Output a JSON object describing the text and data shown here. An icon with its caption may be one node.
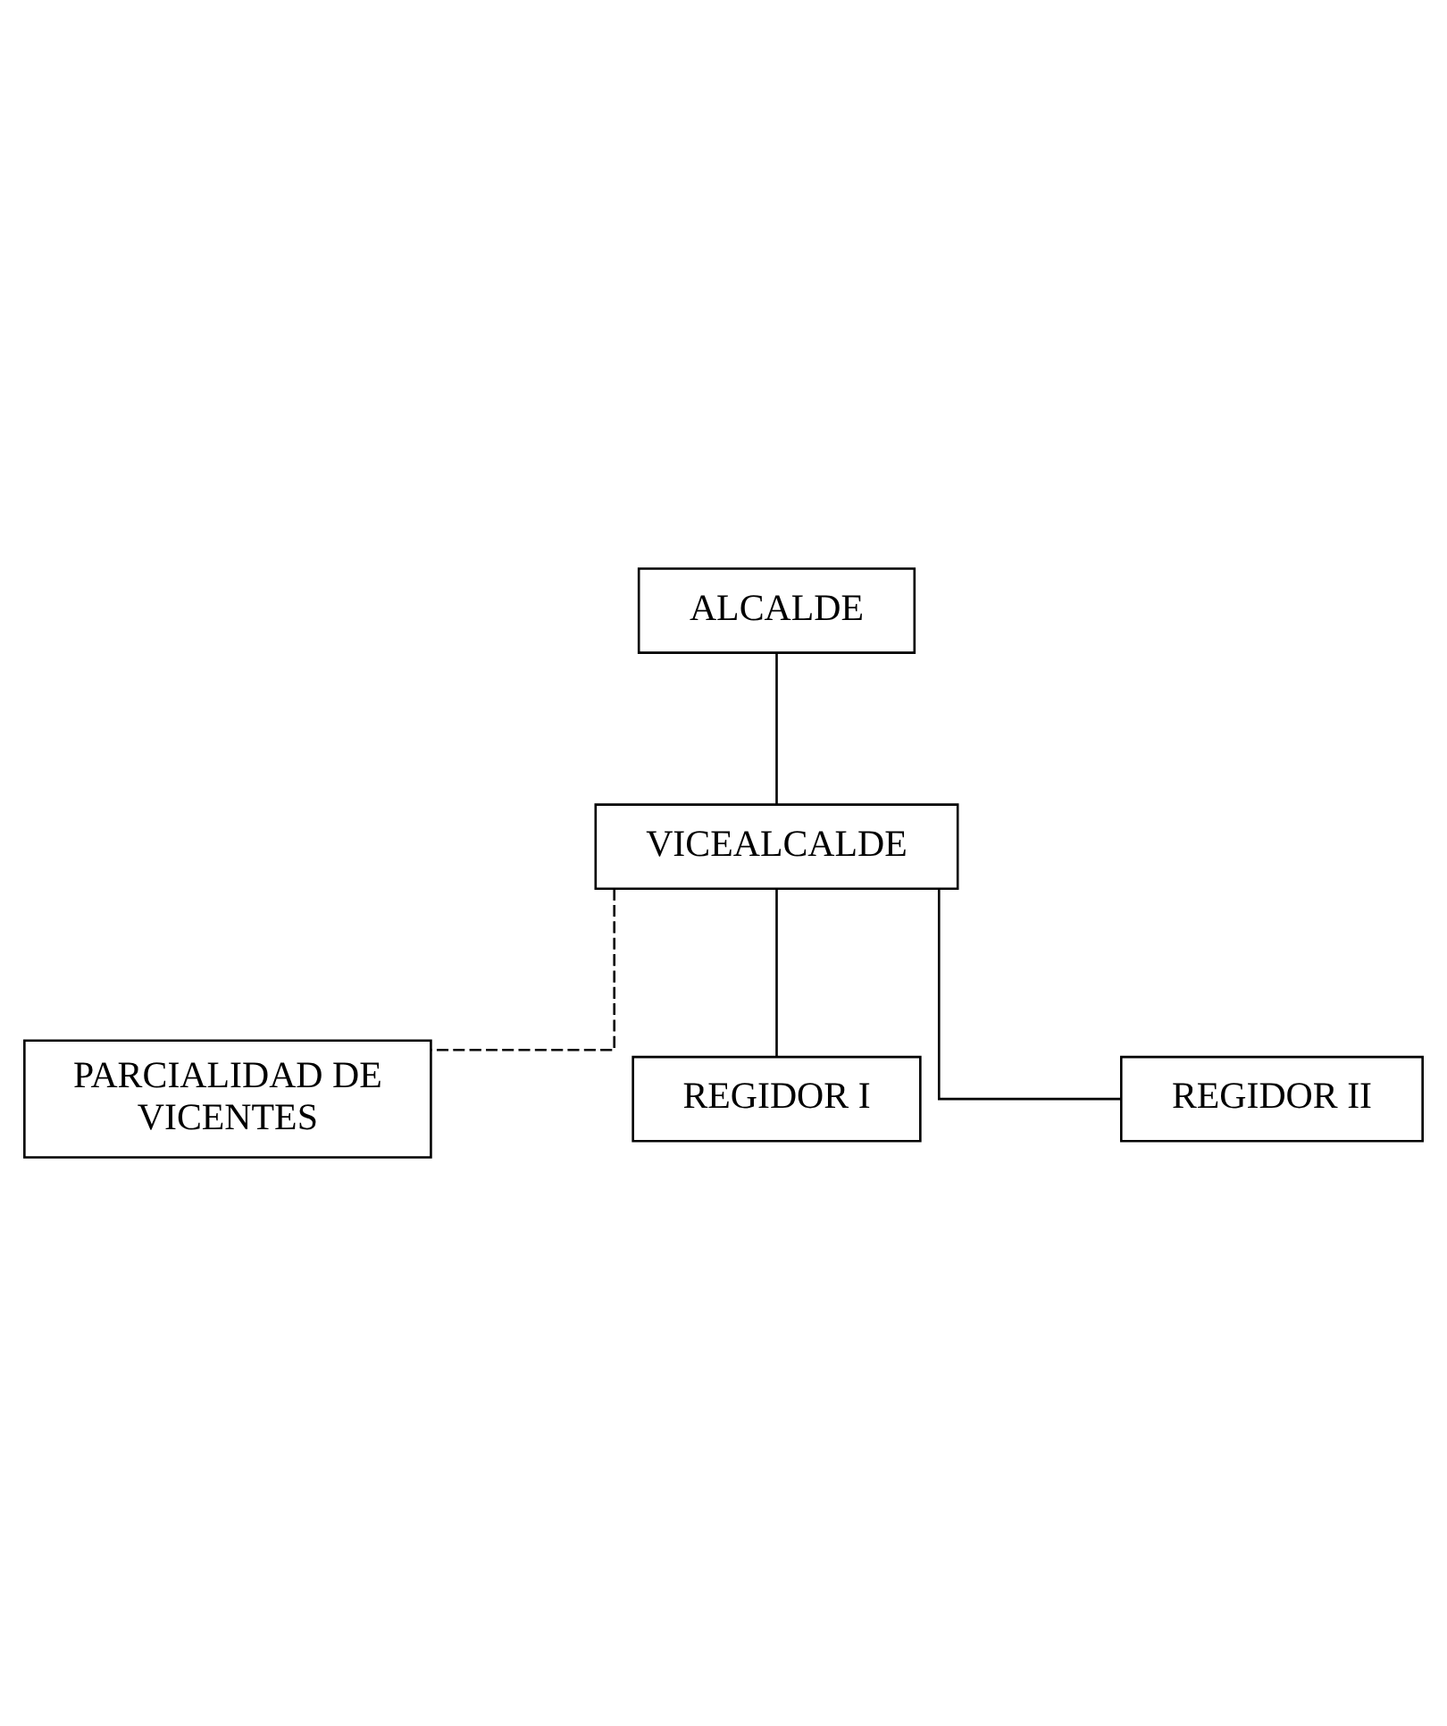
{
  "diagram": {
    "nodes": [
      {
        "text": [
          "ALCALDE"
        ]
      },
      {
        "text": [
          "VICEALCALDE"
        ]
      },
      {
        "text": [
          "PARCIALIDAD DE VICENTES"
        ]
      },
      {
        "text": [
          "REGIDOR I"
        ]
      },
      {
        "text": [
          "REGIDOR II"
        ]
      }
    ],
    "edges": [
      {
        "from": 0,
        "to": 1,
        "arrow": "none"
      },
      {
        "from": 1,
        "to": 2,
        "arrow": "none",
        "style": "dashed"
      },
      {
        "from": 1,
        "to": 3,
        "arrow": "none"
      },
      {
        "from": 1,
        "to": 4,
        "arrow": "none"
      }
    ]
  }
}
